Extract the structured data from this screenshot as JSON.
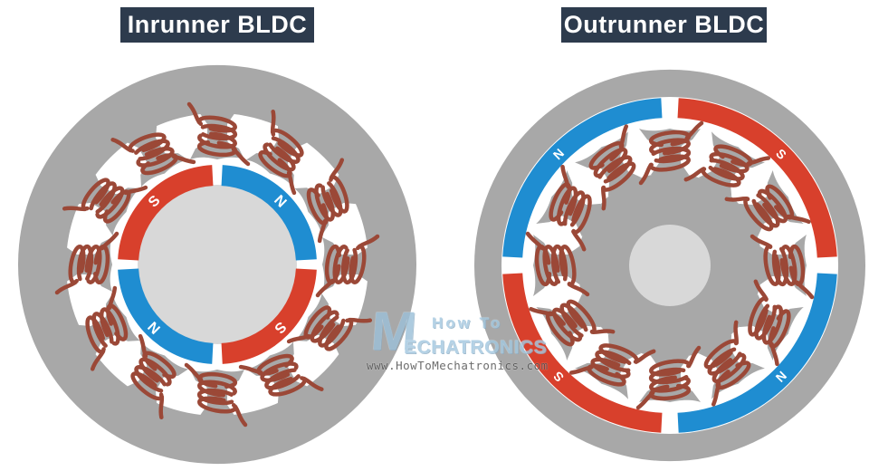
{
  "titles": {
    "left": "Inrunner BLDC",
    "right": "Outrunner BLDC"
  },
  "colors": {
    "title_bg": "#2d3b4d",
    "title_text": "#ffffff",
    "stator_gray": "#a8a8a8",
    "shaft_gray": "#d8d8d8",
    "magnet_red": "#d8402c",
    "magnet_blue": "#1f8dd1",
    "coil_brown": "#9b4837",
    "magnet_label_text": "#ffffff",
    "background": "#ffffff"
  },
  "motors": [
    {
      "id": "inrunner",
      "type": "inrunner",
      "title": "Inrunner BLDC",
      "slot_count": 12,
      "pole_count": 4,
      "magnets": [
        {
          "label": "N",
          "color_key": "magnet_blue",
          "mid_angle": 45
        },
        {
          "label": "S",
          "color_key": "magnet_red",
          "mid_angle": 135
        },
        {
          "label": "N",
          "color_key": "magnet_blue",
          "mid_angle": 225
        },
        {
          "label": "S",
          "color_key": "magnet_red",
          "mid_angle": 315
        }
      ]
    },
    {
      "id": "outrunner",
      "type": "outrunner",
      "title": "Outrunner BLDC",
      "slot_count": 12,
      "pole_count": 4,
      "magnets": [
        {
          "label": "S",
          "color_key": "magnet_red",
          "mid_angle": 45
        },
        {
          "label": "N",
          "color_key": "magnet_blue",
          "mid_angle": 135
        },
        {
          "label": "S",
          "color_key": "magnet_red",
          "mid_angle": 225
        },
        {
          "label": "N",
          "color_key": "magnet_blue",
          "mid_angle": 315
        }
      ]
    }
  ],
  "watermark": {
    "logo_letter": "M",
    "brand_top": "How To",
    "brand_bottom": "ECHATRONICS",
    "url": "www.HowToMechatronics.com"
  }
}
